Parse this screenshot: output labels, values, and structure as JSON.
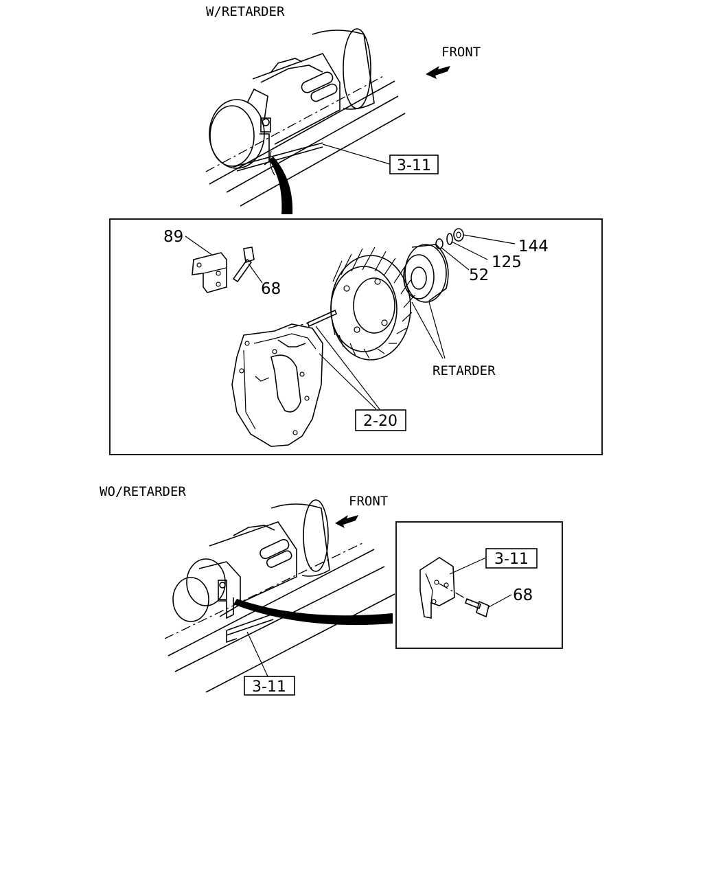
{
  "colors": {
    "line": "#000000",
    "background": "#ffffff"
  },
  "sections": {
    "with_retarder": {
      "title": "W/RETARDER",
      "front_label": "FRONT",
      "ref_top": "3-11",
      "callouts": {
        "bracket": "89",
        "bolt": "68",
        "nut": "144",
        "washer_125": "125",
        "washer_52": "52",
        "retarder": "RETARDER"
      },
      "ref_housing": "2-20"
    },
    "without_retarder": {
      "title": "WO/RETARDER",
      "front_label": "FRONT",
      "ref_detail": "3-11",
      "callout_bolt": "68",
      "ref_bottom": "3-11"
    }
  }
}
